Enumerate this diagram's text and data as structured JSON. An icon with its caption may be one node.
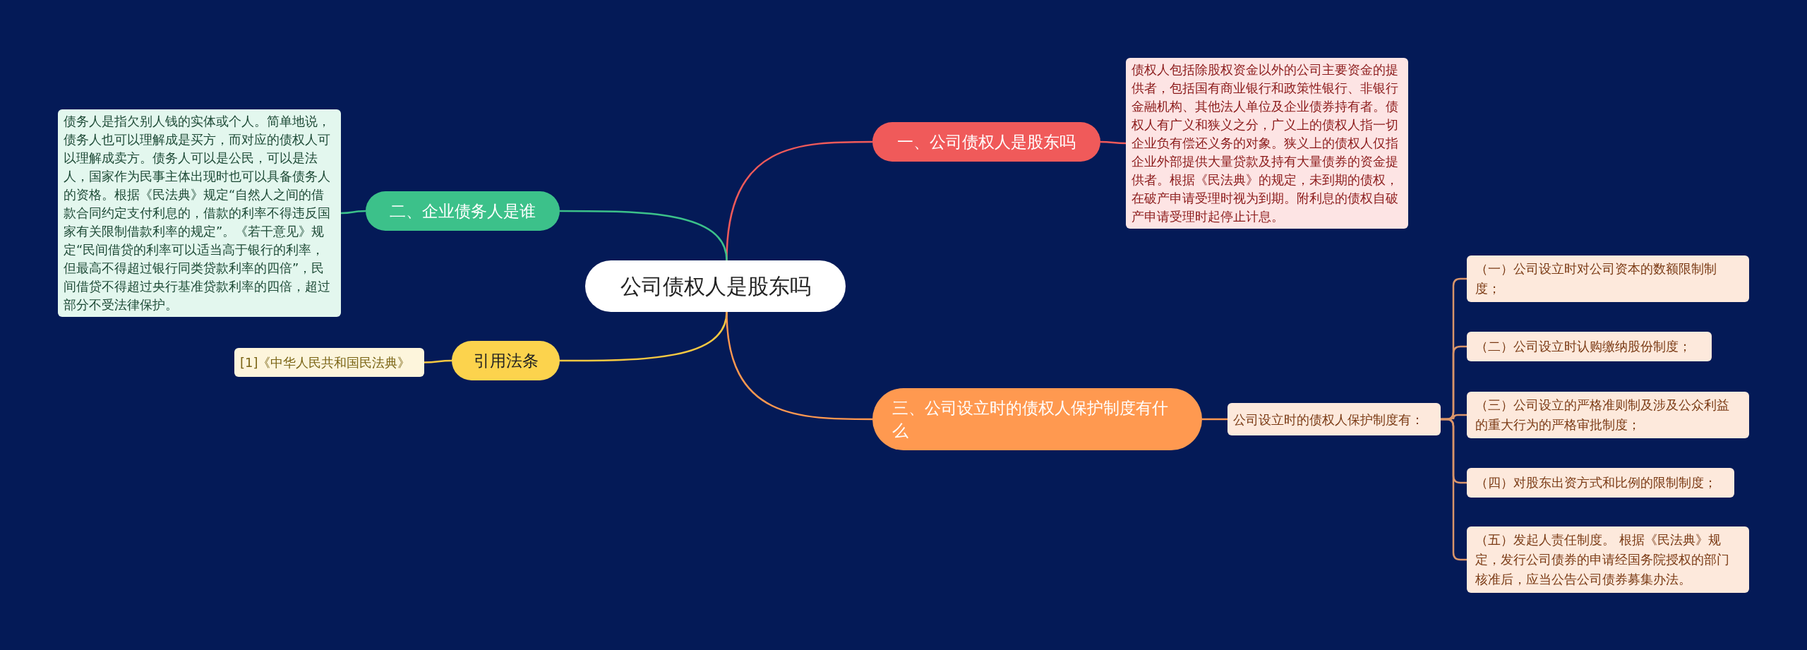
{
  "diagram": {
    "nodes": [
      {
        "text": [
          "公司债权人是股东吗"
        ]
      },
      {
        "text": [
          "一、公司债权人是股东吗"
        ]
      },
      {
        "text": [
          "债权人包括除股权资金以外的公司主要资金的提供者，包括国有商业银行和政策性银行、非银行金融机构、其他法人单位及企业债券持有者。债权人有广义和狭义之分，广义上的债权人指一切企业负有偿还义务的对象。狭义上的债权人仅指企业外部提供大量贷款及持有大量债券的资金提供者。根据《民法典》的规定，未到期的债权，在破产申请受理时视为到期。附利息的债权自破产申请受理时起停止计息。"
        ]
      },
      {
        "text": [
          "二、企业债务人是谁"
        ]
      },
      {
        "text": [
          "债务人是指欠别人钱的实体或个人。简单地说，债务人也可以理解成是买方，而对应的债权人可以理解成卖方。债务人可以是公民，可以是法人，国家作为民事主体出现时也可以具备债务人的资格。根据《民法典》规定“自然人之间的借款合同约定支付利息的，借款的利率不得违反国家有关限制借款利率的规定”。《若干意见》规定“民间借贷的利率可以适当高于银行的利率，但最高不得超过银行同类贷款利率的四倍”，民间借贷不得超过央行基准贷款利率的四倍，超过部分不受法律保护。"
        ]
      },
      {
        "text": [
          "引用法条"
        ]
      },
      {
        "text": [
          "[1]《中华人民共和国民法典》"
        ]
      },
      {
        "text": [
          "三、公司设立时的债权人保护制度有什么"
        ]
      },
      {
        "text": [
          "公司设立时的债权人保护制度有："
        ]
      },
      {
        "text": [
          "（一）公司设立时对公司资本的数额限制制度；"
        ]
      },
      {
        "text": [
          "（二）公司设立时认购缴纳股份制度；"
        ]
      },
      {
        "text": [
          "（三）公司设立的严格准则制及涉及公众利益的重大行为的严格审批制度；"
        ]
      },
      {
        "text": [
          "（四）对股东出资方式和比例的限制制度；"
        ]
      },
      {
        "text": [
          "（五）发起人责任制度。 根据《民法典》规定，发行公司债券的申请经国务院授权的部门核准后，应当公告公司债券募集办法。"
        ]
      }
    ],
    "edges": [
      {
        "from": 0,
        "to": 1,
        "arrow": "none",
        "color": "#f05a5a"
      },
      {
        "from": 1,
        "to": 2,
        "arrow": "none",
        "color": "#f05a5a"
      },
      {
        "from": 0,
        "to": 3,
        "arrow": "none",
        "color": "#3cc18a"
      },
      {
        "from": 3,
        "to": 4,
        "arrow": "none",
        "color": "#3cc18a"
      },
      {
        "from": 0,
        "to": 5,
        "arrow": "none",
        "color": "#f5c842"
      },
      {
        "from": 5,
        "to": 6,
        "arrow": "none",
        "color": "#f5c842"
      },
      {
        "from": 0,
        "to": 7,
        "arrow": "none",
        "color": "#ff9950"
      },
      {
        "from": 7,
        "to": 8,
        "arrow": "none",
        "color": "#ff9950"
      },
      {
        "from": 8,
        "to": 9,
        "arrow": "none",
        "color": "#d9956a"
      },
      {
        "from": 8,
        "to": 10,
        "arrow": "none",
        "color": "#d9956a"
      },
      {
        "from": 8,
        "to": 11,
        "arrow": "none",
        "color": "#d9956a"
      },
      {
        "from": 8,
        "to": 12,
        "arrow": "none",
        "color": "#d9956a"
      },
      {
        "from": 8,
        "to": 13,
        "arrow": "none",
        "color": "#d9956a"
      }
    ]
  }
}
